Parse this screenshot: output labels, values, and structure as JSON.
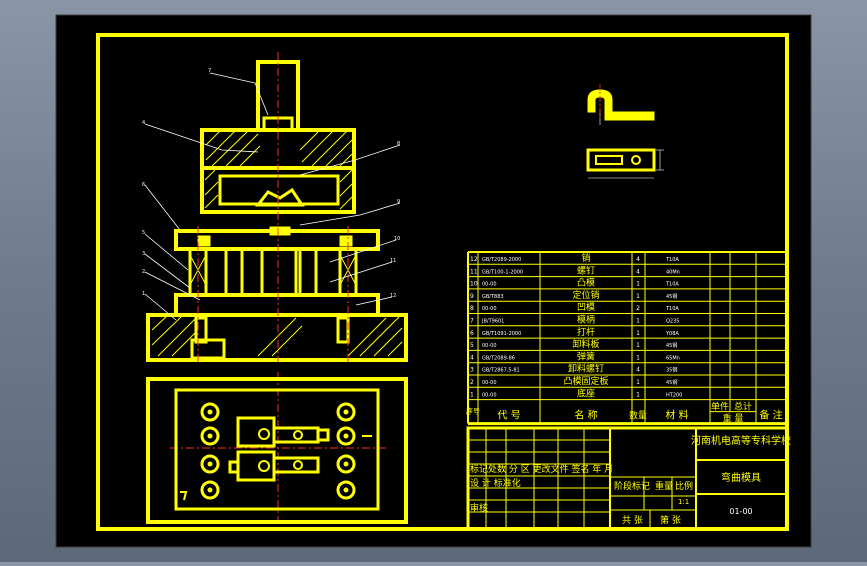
{
  "drawing": {
    "school": "河南机电高等专科学校",
    "drawing_title": "弯曲模具",
    "drawing_number": "01-00",
    "scale": "1:1",
    "colors": {
      "paper": "#000000",
      "line": "#ffff00",
      "center": "#ff2a2a",
      "leader": "#ffffff",
      "grid": "#3a3a3a"
    }
  },
  "bom": {
    "headers": [
      "序号",
      "代 号",
      "名 称",
      "数量",
      "材 料",
      "单件",
      "总计",
      "备 注"
    ],
    "mass_header": "重 量",
    "rows": [
      {
        "no": "12",
        "code": "GB/T2089-2000",
        "name": "销",
        "qty": "4",
        "mat": "T10A"
      },
      {
        "no": "11",
        "code": "GB/T100-1-2000",
        "name": "螺钉",
        "qty": "4",
        "mat": "40Mn"
      },
      {
        "no": "10",
        "code": "00-00",
        "name": "凸模",
        "qty": "1",
        "mat": "T10A"
      },
      {
        "no": "9",
        "code": "GB/T883",
        "name": "定位销",
        "qty": "1",
        "mat": "45钢"
      },
      {
        "no": "8",
        "code": "00-00",
        "name": "凹模",
        "qty": "2",
        "mat": "T10A"
      },
      {
        "no": "7",
        "code": "JB/T9601",
        "name": "模柄",
        "qty": "1",
        "mat": "Q235"
      },
      {
        "no": "6",
        "code": "GB/T1091-2000",
        "name": "打杆",
        "qty": "1",
        "mat": "Y08A"
      },
      {
        "no": "5",
        "code": "00-00",
        "name": "卸料板",
        "qty": "1",
        "mat": "45钢"
      },
      {
        "no": "4",
        "code": "GB/T2089-86",
        "name": "弹簧",
        "qty": "1",
        "mat": "65Mn"
      },
      {
        "no": "3",
        "code": "GB/T2867.5-81",
        "name": "卸料螺钉",
        "qty": "4",
        "mat": "35钢"
      },
      {
        "no": "2",
        "code": "00-00",
        "name": "凸模固定板",
        "qty": "1",
        "mat": "45钢"
      },
      {
        "no": "1",
        "code": "00-00",
        "name": "底座",
        "qty": "1",
        "mat": "HT200"
      }
    ]
  },
  "title_block": {
    "row1": "标记处数 分 区 更改文件 签名 年 月",
    "row2": "设 计 标准化",
    "row3": "审核",
    "stage_mark": "阶段标记",
    "weight": "重量",
    "ratio": "比例",
    "total_sheets": "共 张",
    "sheet": "第 张"
  },
  "callouts": [
    "7",
    "4",
    "6",
    "5",
    "3",
    "2",
    "1",
    "8",
    "9",
    "10",
    "11",
    "12"
  ]
}
